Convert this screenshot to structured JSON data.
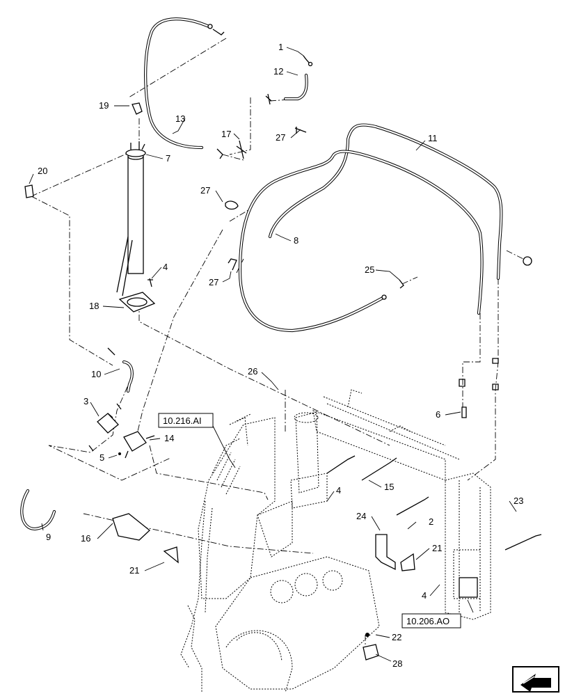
{
  "diagram": {
    "callouts": [
      {
        "id": "c1",
        "label": "1"
      },
      {
        "id": "c2",
        "label": "2"
      },
      {
        "id": "c3",
        "label": "3"
      },
      {
        "id": "c4a",
        "label": "4"
      },
      {
        "id": "c4b",
        "label": "4"
      },
      {
        "id": "c4c",
        "label": "4"
      },
      {
        "id": "c5",
        "label": "5"
      },
      {
        "id": "c6",
        "label": "6"
      },
      {
        "id": "c7",
        "label": "7"
      },
      {
        "id": "c8",
        "label": "8"
      },
      {
        "id": "c9",
        "label": "9"
      },
      {
        "id": "c10",
        "label": "10"
      },
      {
        "id": "c11",
        "label": "11"
      },
      {
        "id": "c12",
        "label": "12"
      },
      {
        "id": "c13",
        "label": "13"
      },
      {
        "id": "c14",
        "label": "14"
      },
      {
        "id": "c15",
        "label": "15"
      },
      {
        "id": "c16",
        "label": "16"
      },
      {
        "id": "c17",
        "label": "17"
      },
      {
        "id": "c18",
        "label": "18"
      },
      {
        "id": "c19",
        "label": "19"
      },
      {
        "id": "c20",
        "label": "20"
      },
      {
        "id": "c21a",
        "label": "21"
      },
      {
        "id": "c21b",
        "label": "21"
      },
      {
        "id": "c22",
        "label": "22"
      },
      {
        "id": "c23",
        "label": "23"
      },
      {
        "id": "c24",
        "label": "24"
      },
      {
        "id": "c25",
        "label": "25"
      },
      {
        "id": "c26",
        "label": "26"
      },
      {
        "id": "c27a",
        "label": "27"
      },
      {
        "id": "c27b",
        "label": "27"
      },
      {
        "id": "c27c",
        "label": "27"
      },
      {
        "id": "c28",
        "label": "28"
      }
    ],
    "references": [
      {
        "id": "ref1",
        "label": "10.216.AI"
      },
      {
        "id": "ref2",
        "label": "10.206.AO"
      }
    ]
  },
  "nav": {
    "icon": "next-page-arrow-icon"
  }
}
